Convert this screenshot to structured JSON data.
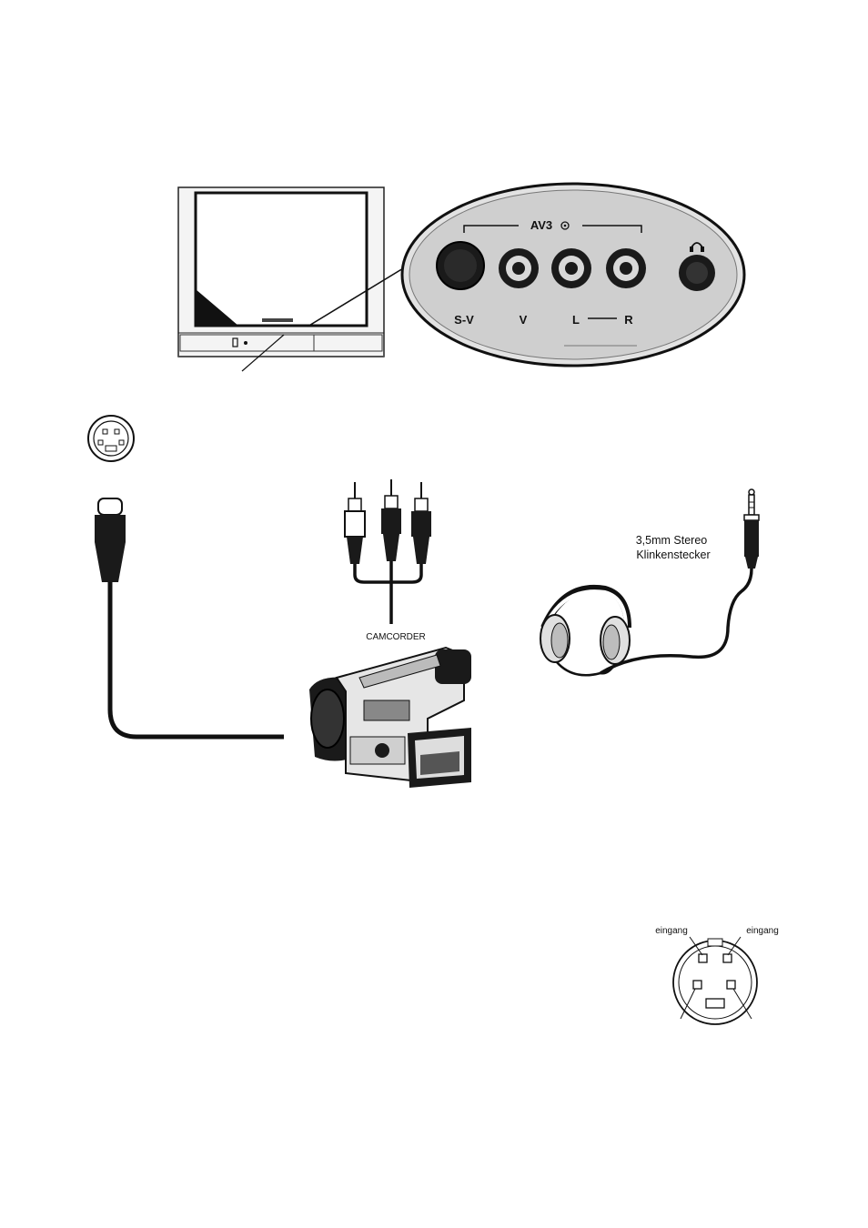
{
  "panel": {
    "title": "AV3",
    "jacks": [
      "S-V",
      "V",
      "L",
      "R"
    ]
  },
  "labels": {
    "headphone_plug_line1": "3,5mm Stereo",
    "headphone_plug_line2": "Klinkenstecker",
    "camcorder": "CAMCORDER",
    "pin_left": "eingang",
    "pin_right": "eingang"
  },
  "icons": {
    "headphone_symbol": "headphones-icon",
    "av_symbol": "circle-dot-icon"
  },
  "colors": {
    "ink": "#111111",
    "panel_fill": "#d8d8d8",
    "jack_fill": "#1a1a1a"
  }
}
